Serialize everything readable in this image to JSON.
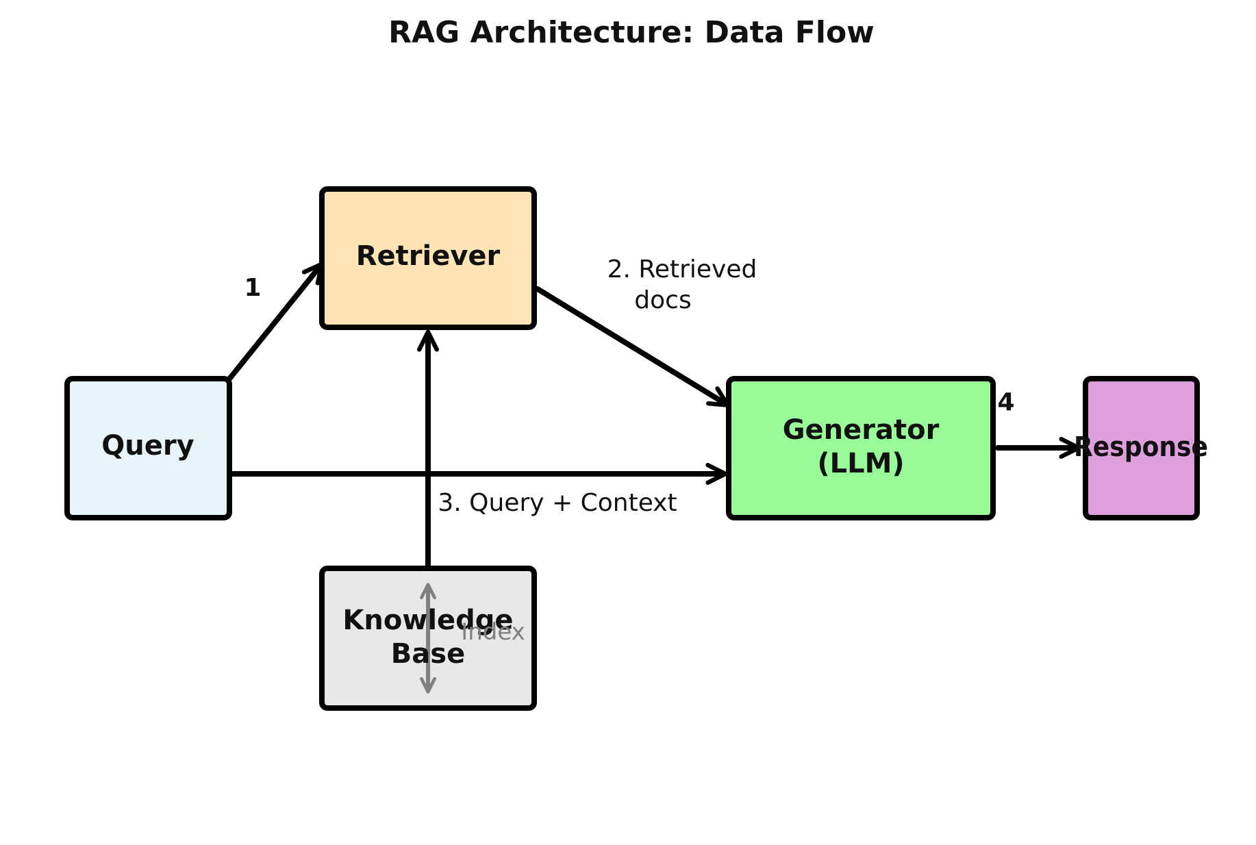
{
  "title": "RAG Architecture: Data Flow",
  "nodes": {
    "query": {
      "label": "Query",
      "color": "#e8f4f8"
    },
    "retriever": {
      "label": "Retriever",
      "color": "#ffe4b5"
    },
    "generator": {
      "label_line1": "Generator",
      "label_line2": "(LLM)",
      "color": "#98fb98"
    },
    "response": {
      "label": "Response",
      "color": "#dda0dd"
    },
    "knowledge_base": {
      "label_line1": "Knowledge",
      "label_line2": "Base",
      "color": "#e8e8e8"
    }
  },
  "edges": {
    "step1": "1",
    "step2_line1": "2. Retrieved",
    "step2_line2": "docs",
    "step3": "3. Query + Context",
    "step4": "4",
    "index": "Index"
  },
  "colors": {
    "stroke": "#000000",
    "index_arrow": "#808080"
  }
}
